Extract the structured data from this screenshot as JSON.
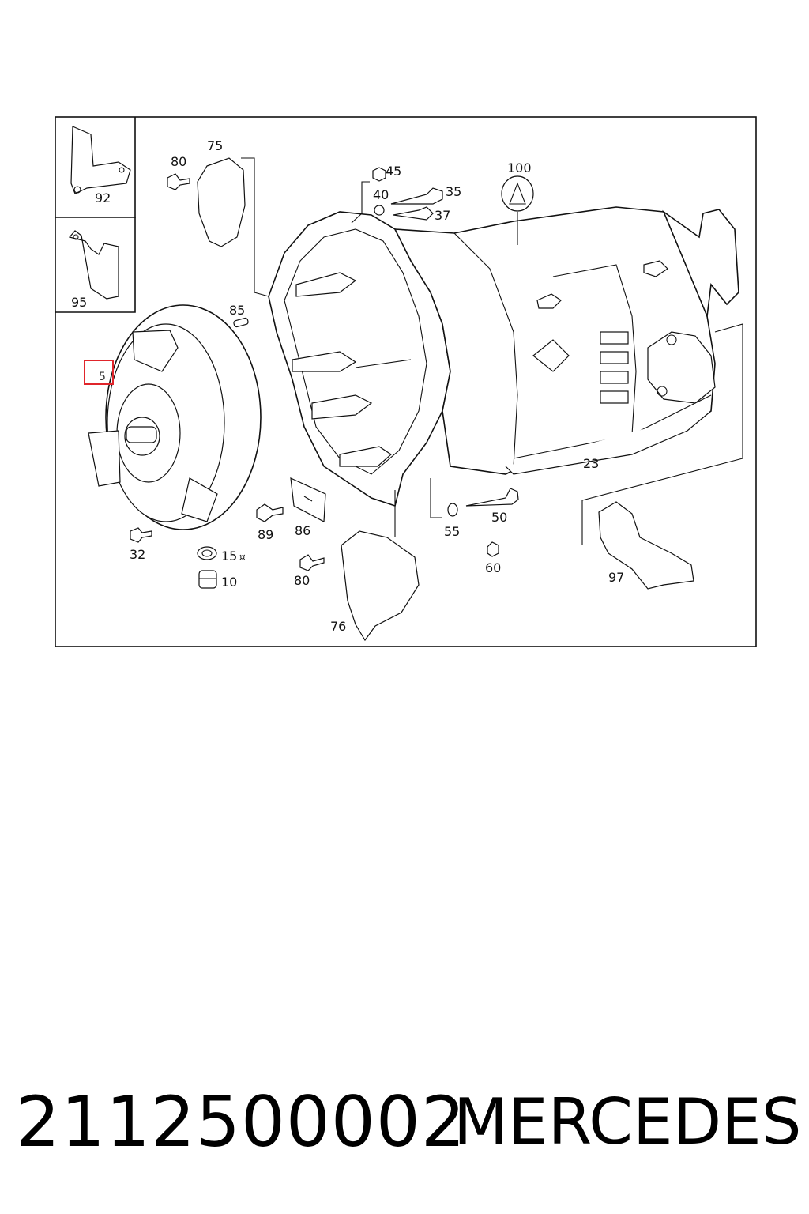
{
  "footer": {
    "part_number": "2112500002",
    "brand": "MERCEDES"
  },
  "highlight": {
    "callout": "5",
    "color": "#e0252b"
  },
  "callouts": {
    "c75": "75",
    "c80a": "80",
    "c92": "92",
    "c95": "95",
    "c45": "45",
    "c40": "40",
    "c35": "35",
    "c37": "37",
    "c100": "100",
    "c85": "85",
    "c5": "5",
    "c23": "23",
    "c55": "55",
    "c50": "50",
    "c60": "60",
    "c97": "97",
    "c32": "32",
    "c15": "15",
    "c10": "10",
    "c89": "89",
    "c86": "86",
    "c80b": "80",
    "c76": "76"
  },
  "colors": {
    "ink": "#111111",
    "background": "#ffffff"
  }
}
